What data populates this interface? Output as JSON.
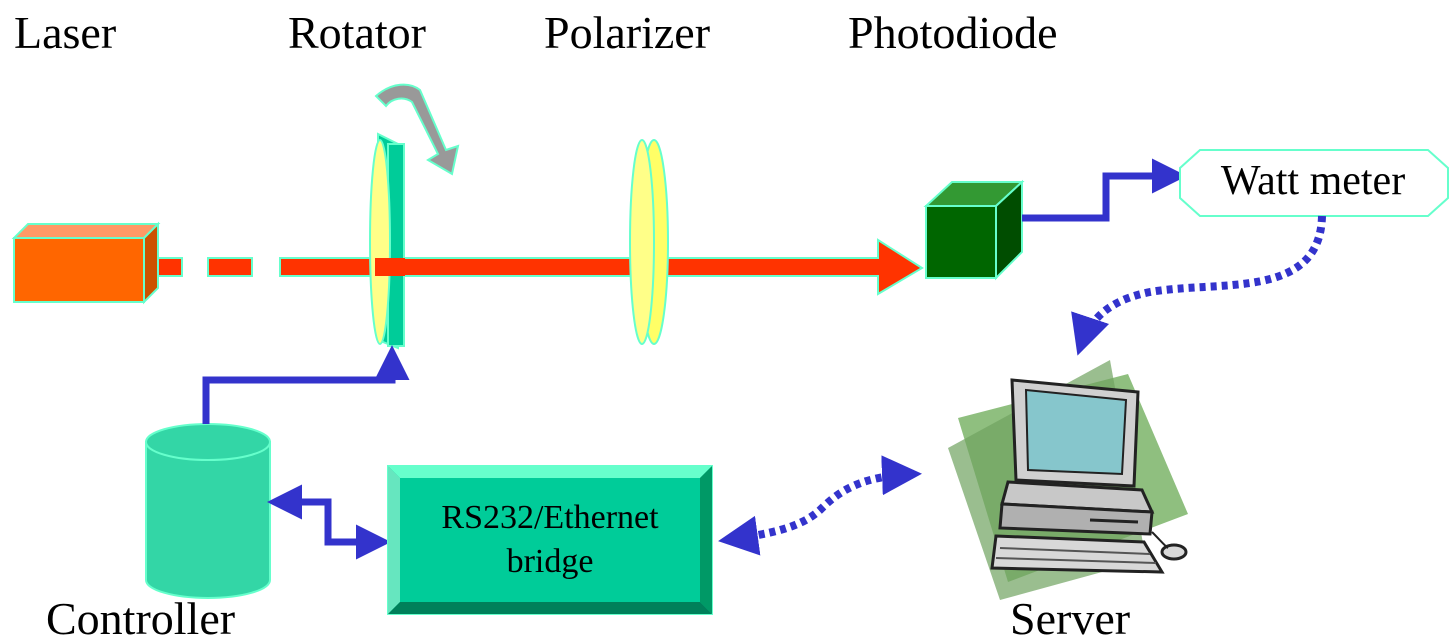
{
  "labels": {
    "laser": "Laser",
    "rotator": "Rotator",
    "polarizer": "Polarizer",
    "photodiode": "Photodiode",
    "controller": "Controller",
    "server": "Server"
  },
  "watt_meter": {
    "label": "Watt meter"
  },
  "bridge": {
    "line1": "RS232/Ethernet",
    "line2": "bridge"
  },
  "colors": {
    "beam": "#ff3300",
    "laser_body": "#ff6600",
    "teal": "#00cc99",
    "dark_green": "#006600",
    "lens_yellow": "#ffff88",
    "connector_blue": "#3333cc",
    "rotate_arrow_gray": "#999999"
  }
}
